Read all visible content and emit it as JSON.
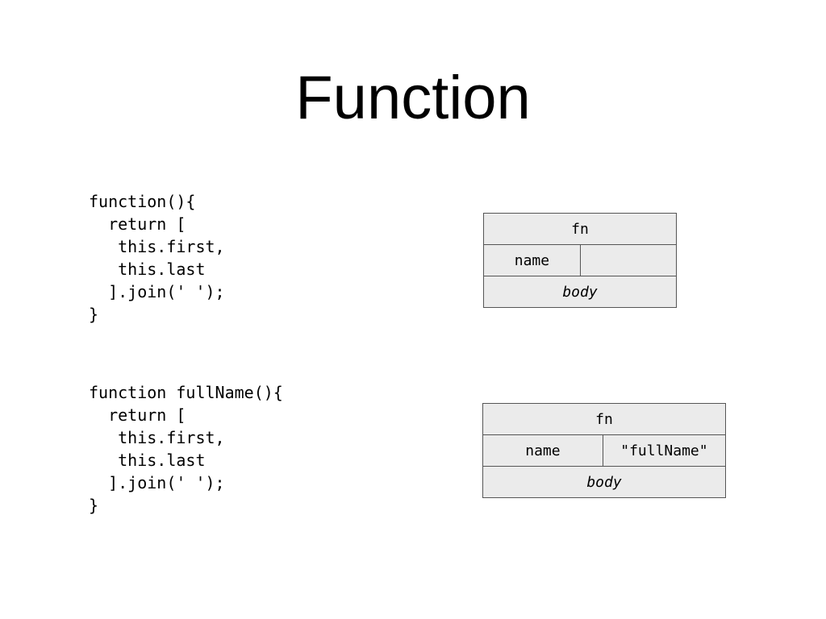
{
  "slide": {
    "title": "Function"
  },
  "anonymous_function": {
    "code_lines": [
      "function(){",
      "  return [",
      "   this.first,",
      "   this.last",
      "  ].join(' ');",
      "}"
    ],
    "table": {
      "header": "fn",
      "name_label": "name",
      "name_value": "",
      "body_label": "body"
    }
  },
  "named_function": {
    "code_lines": [
      "function fullName(){",
      "  return [",
      "   this.first,",
      "   this.last",
      "  ].join(' ');",
      "}"
    ],
    "table": {
      "header": "fn",
      "name_label": "name",
      "name_value": "\"fullName\"",
      "body_label": "body"
    }
  }
}
